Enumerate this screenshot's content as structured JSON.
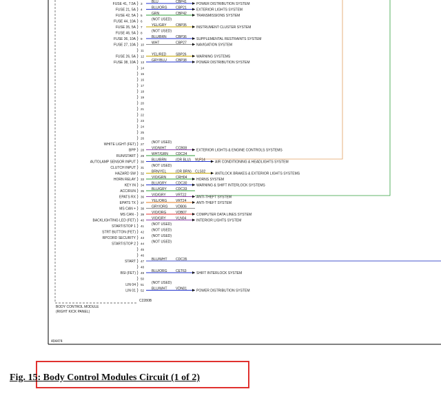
{
  "module": {
    "name_line1": "BODY CONTROL MODULE",
    "name_line2": "(RIGHT KICK PANEL)",
    "connector": "C2280B",
    "diagram_id": "404474"
  },
  "pins": [
    {
      "num": "3",
      "label": "FUSE 41, 7.5A",
      "wire": "BLU",
      "circuit": "CBP41",
      "dest": "POWER DISTRIBUTION SYSTEM",
      "color": "#2233cc"
    },
    {
      "num": "4",
      "label": "FUSE 21, 5A",
      "wire": "BLU/ORG",
      "circuit": "CBP21",
      "dest": "EXTERIOR LIGHTS SYSTEM",
      "color": "#2233cc"
    },
    {
      "num": "5",
      "label": "FUSE 42, 5A",
      "wire": "GRN",
      "circuit": "CBP42",
      "dest": "TRANSMISSIONS SYSTEM",
      "color": "#2e9e3a"
    },
    {
      "num": "6",
      "label": "FUSE 44, 10A",
      "wire": "(NOT USED)"
    },
    {
      "num": "7",
      "label": "FUSE 35, 5A",
      "wire": "YEL/GRY",
      "circuit": "CBP35",
      "dest": "INSTRUMENT CLUSTER SYSTEM",
      "color": "#c9a800"
    },
    {
      "num": "8",
      "label": "FUSE 46, 5A",
      "wire": "(NOT USED)"
    },
    {
      "num": "9",
      "label": "FUSE 36, 10A",
      "wire": "BLU/BRN",
      "circuit": "CBP36",
      "dest": "SUPPLEMENTAL RESTRAINTS SYSTEM",
      "color": "#2233cc"
    },
    {
      "num": "10",
      "label": "FUSE 27, 10A",
      "wire": "WHT",
      "circuit": "CBP27",
      "dest": "NAVIGATION SYSTEM",
      "color": "#8a8a8a"
    },
    {
      "num": "11"
    },
    {
      "num": "12",
      "label": "FUSE 26, 5A",
      "wire": "YEL/RED",
      "circuit": "SBP26",
      "dest": "WARNING SYSTEMS",
      "color": "#c9a800"
    },
    {
      "num": "13",
      "label": "FUSE 38, 10A",
      "wire": "GRY/BLU",
      "circuit": "CBP38",
      "dest": "POWER DISTRIBUTION SYSTEM",
      "color": "#2233cc"
    },
    {
      "num": "14"
    },
    {
      "num": "15"
    },
    {
      "num": "16"
    },
    {
      "num": "17"
    },
    {
      "num": "18"
    },
    {
      "num": "19"
    },
    {
      "num": "20"
    },
    {
      "num": "21"
    },
    {
      "num": "22"
    },
    {
      "num": "23"
    },
    {
      "num": "24"
    },
    {
      "num": "25"
    },
    {
      "num": "26"
    },
    {
      "num": "27",
      "label": "WHITE LIGHT (FET)",
      "wire": "(NOT USED)"
    },
    {
      "num": "28",
      "label": "BPP",
      "wire": "VIO/WHT",
      "circuit": "CCB08",
      "dest": "EXTERIOR LIGHTS & ENGINE CONTROLS SYSTEMS",
      "color": "#8e44ad"
    },
    {
      "num": "29",
      "label": "RUN/START",
      "wire": "WHT/GRN",
      "circuit": "CDC24",
      "color": "#2e9e3a"
    },
    {
      "num": "30",
      "label": "AUTOLAMP SENSOR INPUT",
      "wire": "BLU/BRN",
      "circuit": "(OR BLU)",
      "circuit2": "VLF14",
      "dest": "AIR CONDITIONING & HEADLIGHTS SYSTEM",
      "color": "#2233cc"
    },
    {
      "num": "31",
      "label": "CLUTCH INPUT",
      "wire": "(NOT USED)"
    },
    {
      "num": "32",
      "label": "HAZARD SW",
      "wire": "BRN/YEL",
      "circuit": "(OR BRN)",
      "circuit2": "CLS02",
      "dest": "ANTILOCK BRAKES & EXTERIOR LIGHTS SYSTEMS",
      "color": "#c9a800"
    },
    {
      "num": "33",
      "label": "HORN RELAY",
      "wire": "VIO/GRN",
      "circuit": "CRH04",
      "dest": "HORNS SYSTEM",
      "color": "#2e9e3a"
    },
    {
      "num": "34",
      "label": "KEY IN",
      "wire": "BLU/GRY",
      "circuit": "CDC30",
      "dest": "WARNING & SHIFT INTERLOCK SYSTEMS",
      "color": "#2233cc"
    },
    {
      "num": "35",
      "label": "ACC/RUN",
      "wire": "BLU/GRY",
      "circuit": "CDC33",
      "color": "#2e9e3a"
    },
    {
      "num": "36",
      "label": "EPATS RX",
      "wire": "VIO/GRY",
      "circuit": "VRT22",
      "dest": "ANTI-THEFT SYSTEM",
      "color": "#8e44ad"
    },
    {
      "num": "37",
      "label": "EPATS TX",
      "wire": "YEL/ORG",
      "circuit": "VRT24",
      "dest": "ANTI-THEFT SYSTEM",
      "color": "#e67e22"
    },
    {
      "num": "38",
      "label": "MS CAN +",
      "wire": "GRY/ORG",
      "circuit": "VDB06",
      "color": "#8a8a8a"
    },
    {
      "num": "39",
      "label": "MS CAN -",
      "wire": "VIO/ORG",
      "circuit": "VDB07",
      "dest": "COMPUTER DATA LINES SYSTEM",
      "color": "#e03030"
    },
    {
      "num": "40",
      "label": "BACKLIGHTING LED (FET)",
      "wire": "VIO/GRY",
      "circuit": "VLN04",
      "dest": "INTERIOR LIGHTS SYSTEM",
      "color": "#8e44ad"
    },
    {
      "num": "41",
      "label": "START/STOP 1",
      "wire": "(NOT USED)"
    },
    {
      "num": "42",
      "label": "STRT BUTTON (FET)",
      "wire": "(NOT USED)"
    },
    {
      "num": "43",
      "label": "RPCORD SECURITY",
      "wire": "(NOT USED)"
    },
    {
      "num": "44",
      "label": "START/STOP 2",
      "wire": "(NOT USED)"
    },
    {
      "num": "45"
    },
    {
      "num": "46"
    },
    {
      "num": "47",
      "label": "START",
      "wire": "BLU/WHT",
      "circuit": "CDC35",
      "color": "#4455cc"
    },
    {
      "num": "48"
    },
    {
      "num": "49",
      "label": "BSI (FET)",
      "wire": "BLU/ORG",
      "circuit": "CET63",
      "dest": "SHIFT INTERLOCK SYSTEM",
      "color": "#2233cc"
    },
    {
      "num": "50"
    },
    {
      "num": "51",
      "label": "LIN 04",
      "wire": "(NOT USED)"
    },
    {
      "num": "52",
      "label": "LIN 01",
      "wire": "BLU/WHT",
      "circuit": "VDN01",
      "dest": "POWER DISTRIBUTION SYSTEM",
      "color": "#2233cc"
    }
  ],
  "caption": {
    "prefix": "Fig. 15: ",
    "text": "Body Control Modules Circuit (1 of 2)"
  }
}
